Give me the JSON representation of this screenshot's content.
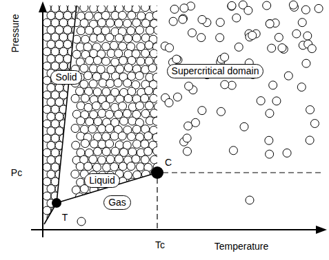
{
  "diagram": {
    "nodes": [
      {
        "text": [
          "Solid"
        ]
      },
      {
        "text": [
          "Supercritical domain"
        ]
      },
      {
        "text": [
          "Liquid"
        ]
      },
      {
        "text": [
          "Gas"
        ]
      }
    ],
    "labels": [
      "Pressure",
      "Temperature",
      "Pc",
      "Tc",
      "T",
      "C"
    ]
  }
}
